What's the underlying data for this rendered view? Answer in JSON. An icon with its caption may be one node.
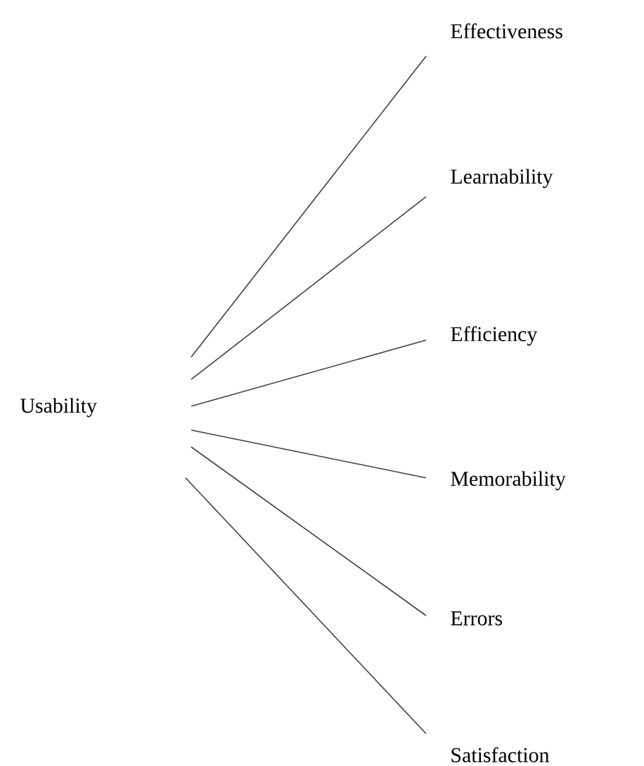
{
  "diagram": {
    "nodes": [
      {
        "text": [
          "Usability"
        ]
      },
      {
        "text": [
          "Effectiveness"
        ]
      },
      {
        "text": [
          "Learnability"
        ]
      },
      {
        "text": [
          "Efficiency"
        ]
      },
      {
        "text": [
          "Memorability"
        ]
      },
      {
        "text": [
          "Errors"
        ]
      },
      {
        "text": [
          "Satisfaction"
        ]
      }
    ],
    "edges": [
      {
        "from": 0,
        "to": 1,
        "arrow": "none"
      },
      {
        "from": 0,
        "to": 2,
        "arrow": "none"
      },
      {
        "from": 0,
        "to": 3,
        "arrow": "none"
      },
      {
        "from": 0,
        "to": 4,
        "arrow": "none"
      },
      {
        "from": 0,
        "to": 5,
        "arrow": "none"
      },
      {
        "from": 0,
        "to": 6,
        "arrow": "none"
      }
    ]
  }
}
